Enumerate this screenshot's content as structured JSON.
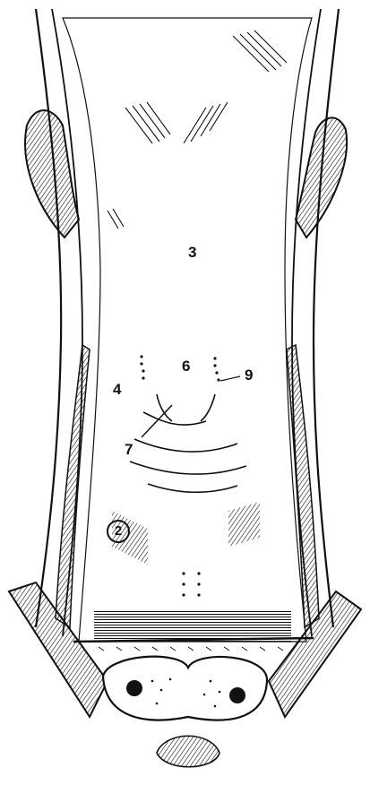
{
  "figure": {
    "labels": {
      "l3": "3",
      "l4": "4",
      "l6": "6",
      "l9": "9",
      "l7": "7",
      "l2": "2"
    }
  },
  "colors": {
    "ink": "#111111",
    "paper": "#ffffff"
  }
}
